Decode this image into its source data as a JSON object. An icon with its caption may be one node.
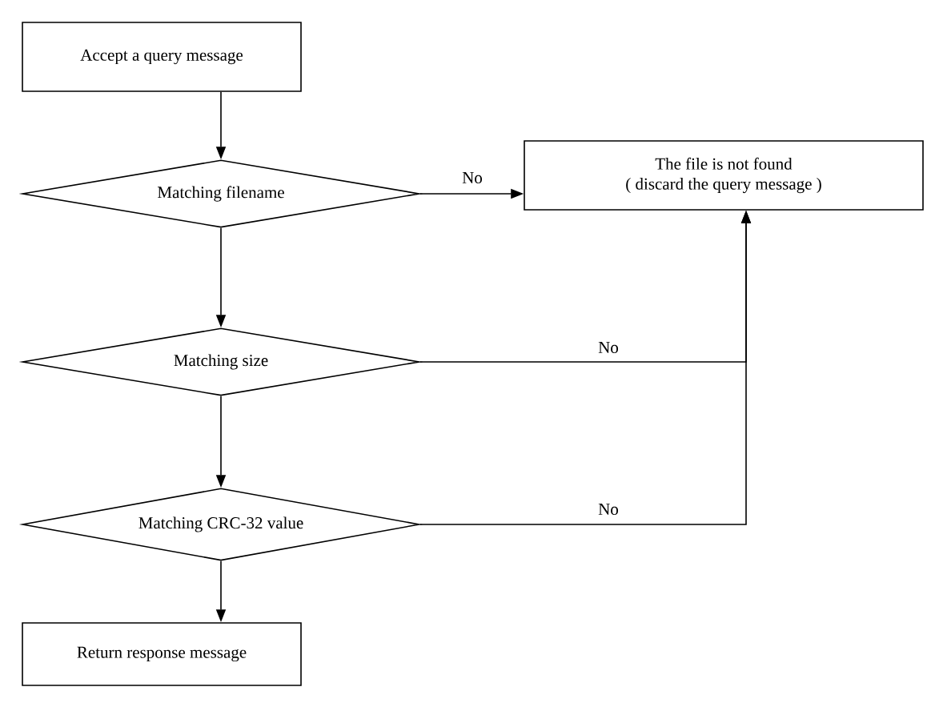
{
  "diagram": {
    "nodes": [
      {
        "text": [
          "Accept a query message"
        ]
      },
      {
        "text": [
          "Matching filename"
        ]
      },
      {
        "text": [
          "The file is not found",
          "( discard the query message )"
        ]
      },
      {
        "text": [
          "Matching size"
        ]
      },
      {
        "text": [
          "Matching CRC-32 value"
        ]
      },
      {
        "text": [
          "Return response message"
        ]
      }
    ],
    "edges": [
      {
        "from": 0,
        "to": 1,
        "arrow": "to"
      },
      {
        "from": 1,
        "to": 2,
        "arrow": "to",
        "label": "No"
      },
      {
        "from": 1,
        "to": 3,
        "arrow": "to"
      },
      {
        "from": 3,
        "to": 2,
        "arrow": "to",
        "label": "No"
      },
      {
        "from": 3,
        "to": 4,
        "arrow": "to"
      },
      {
        "from": 4,
        "to": 2,
        "arrow": "to",
        "label": "No"
      },
      {
        "from": 4,
        "to": 5,
        "arrow": "to"
      }
    ]
  }
}
